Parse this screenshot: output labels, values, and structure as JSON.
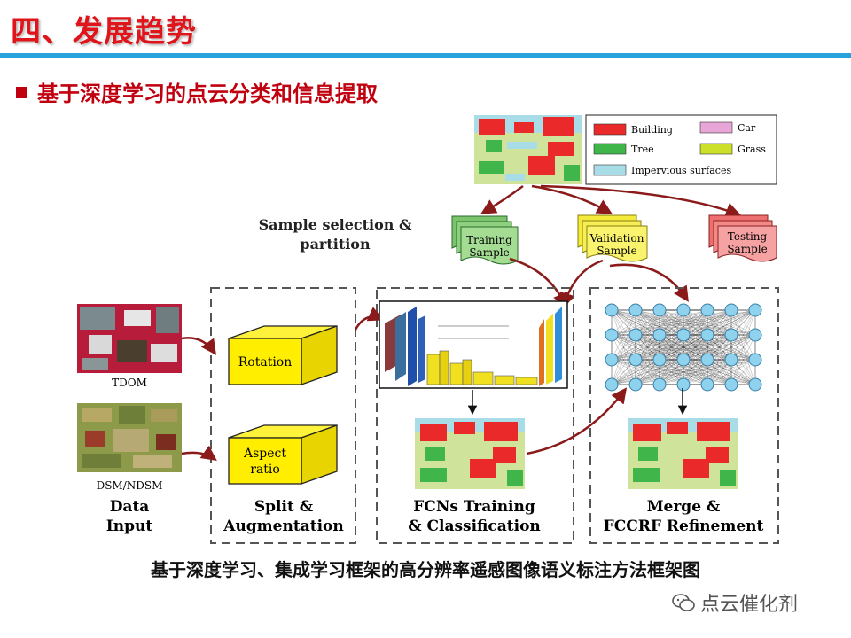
{
  "header": {
    "title": "四、发展趋势",
    "subtitle": "基于深度学习的点云分类和信息提取"
  },
  "diagram": {
    "legend": [
      {
        "label": "Building",
        "color": "#ea2a2a"
      },
      {
        "label": "Car",
        "color": "#e8a6d8"
      },
      {
        "label": "Tree",
        "color": "#3fb54a"
      },
      {
        "label": "Grass",
        "color": "#cce02a"
      },
      {
        "label": "Impervious surfaces",
        "color": "#a8dde8"
      }
    ],
    "sample_heading_line1": "Sample selection &",
    "sample_heading_line2": "partition",
    "samples": {
      "training_line1": "Training",
      "training_line2": "Sample",
      "validation_line1": "Validation",
      "validation_line2": "Sample",
      "testing_line1": "Testing",
      "testing_line2": "Sample"
    },
    "inputs": {
      "tdom": "TDOM",
      "dsm": "DSM/NDSM",
      "data_line1": "Data",
      "data_line2": "Input"
    },
    "split": {
      "rotation": "Rotation",
      "aspect_line1": "Aspect",
      "aspect_line2": "ratio",
      "label_line1": "Split &",
      "label_line2": "Augmentation"
    },
    "fcn": {
      "label_line1": "FCNs Training",
      "label_line2": "& Classification"
    },
    "merge": {
      "label_line1": "Merge &",
      "label_line2": "FCCRF Refinement"
    }
  },
  "caption": "基于深度学习、集成学习框架的高分辨率遥感图像语义标注方法框架图",
  "watermark": {
    "icon": "wechat-icon",
    "text": "点云催化剂"
  }
}
